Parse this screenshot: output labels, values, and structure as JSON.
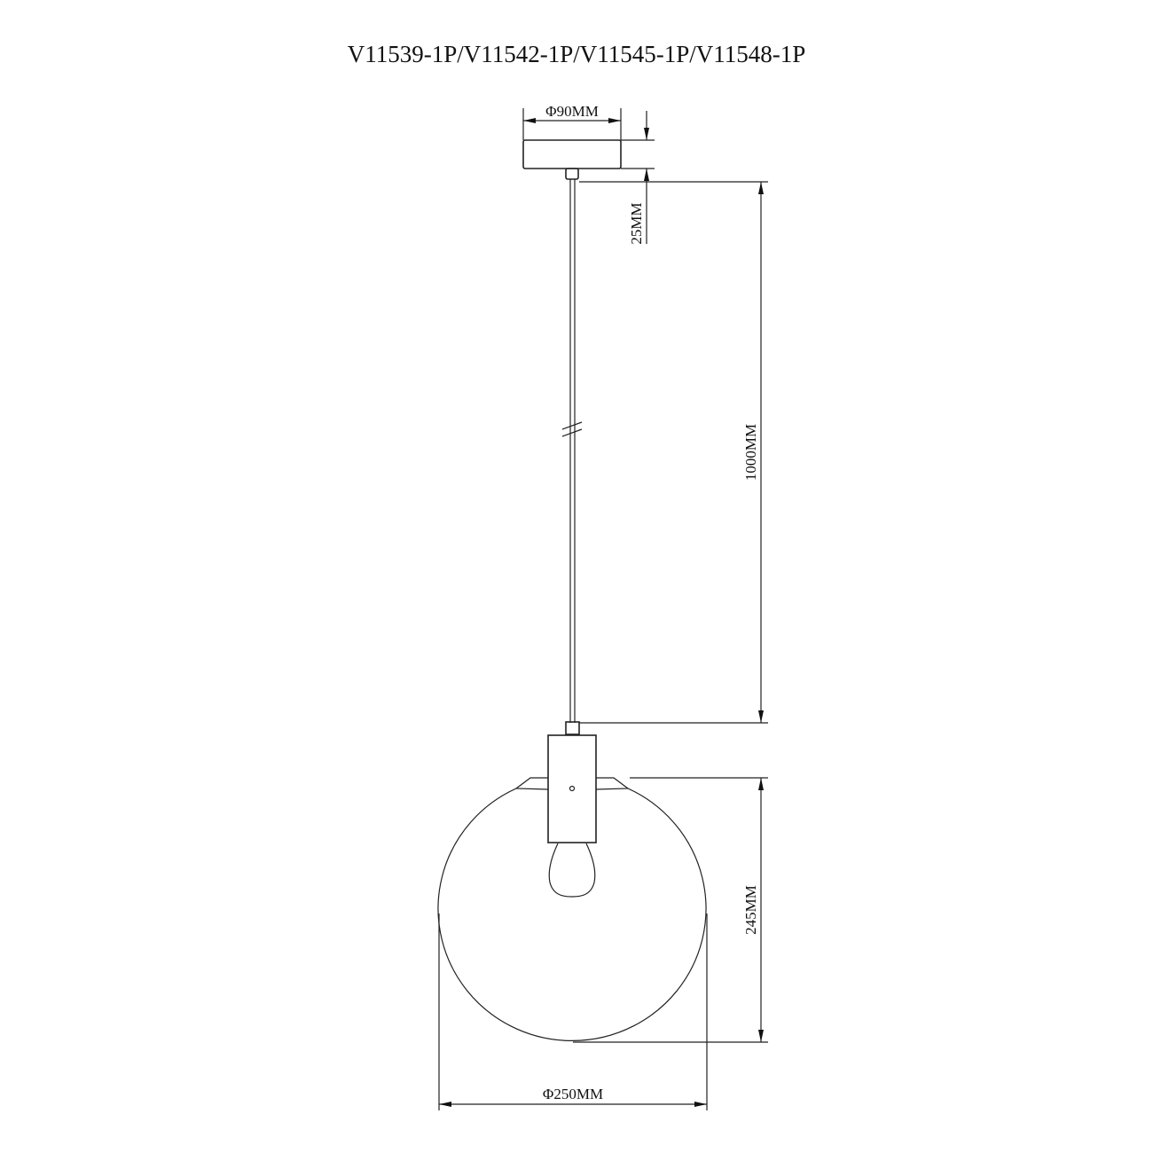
{
  "title": "V11539-1P/V11542-1P/V11545-1P/V11548-1P",
  "dimensions": {
    "canopy_diameter": "Φ90MM",
    "canopy_height": "25MM",
    "cord_length": "1000MM",
    "globe_height": "245MM",
    "globe_diameter": "Φ250MM"
  }
}
